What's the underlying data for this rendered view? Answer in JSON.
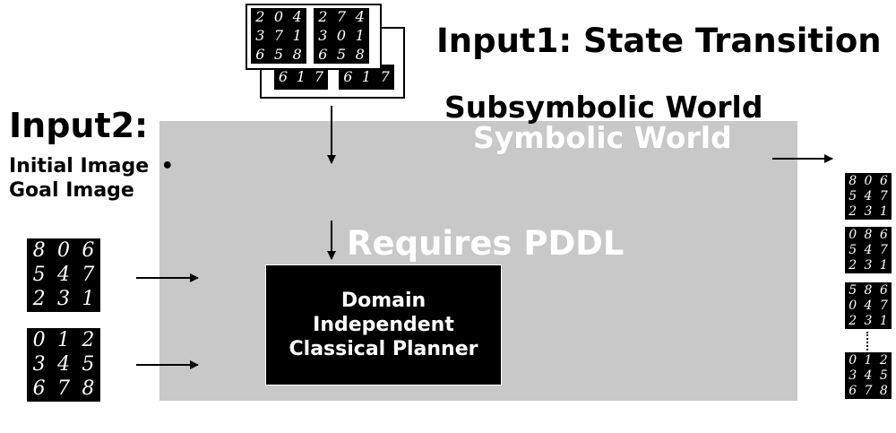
{
  "titles": {
    "input1": "Input1: State Transition",
    "input2": "Input2:",
    "subsymbolic": "Subsymbolic World",
    "symbolic": "Symbolic World",
    "requires": "Requires PDDL"
  },
  "input2_items": [
    "Initial Image",
    "Goal Image"
  ],
  "input2_bullet": "•",
  "planner_lines": [
    "Domain",
    "Independent",
    "Classical Planner"
  ],
  "colors": {
    "region": "#c8c8c8",
    "box": "#000000",
    "text_on_dark": "#ffffff"
  },
  "transition_pair": {
    "before": [
      "2",
      "0",
      "4",
      "3",
      "7",
      "1",
      "6",
      "5",
      "8"
    ],
    "after": [
      "2",
      "7",
      "4",
      "3",
      "0",
      "1",
      "6",
      "5",
      "8"
    ]
  },
  "transition_stack_partial_rows": {
    "back": [
      "6",
      "1",
      "7"
    ],
    "front": [
      "6",
      "1",
      "7"
    ]
  },
  "initial_state": [
    "8",
    "0",
    "6",
    "5",
    "4",
    "7",
    "2",
    "3",
    "1"
  ],
  "goal_state": [
    "0",
    "1",
    "2",
    "3",
    "4",
    "5",
    "6",
    "7",
    "8"
  ],
  "plan_states": [
    [
      "8",
      "0",
      "6",
      "5",
      "4",
      "7",
      "2",
      "3",
      "1"
    ],
    [
      "0",
      "8",
      "6",
      "5",
      "4",
      "7",
      "2",
      "3",
      "1"
    ],
    [
      "5",
      "8",
      "6",
      "0",
      "4",
      "7",
      "2",
      "3",
      "1"
    ],
    [
      "0",
      "1",
      "2",
      "3",
      "4",
      "5",
      "6",
      "7",
      "8"
    ]
  ]
}
